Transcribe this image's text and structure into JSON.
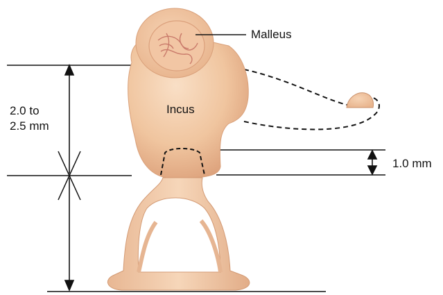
{
  "labels": {
    "malleus": "Malleus",
    "incus": "Incus",
    "measurement_left_line1": "2.0 to",
    "measurement_left_line2": "2.5 mm",
    "measurement_right": "1.0 mm"
  },
  "colors": {
    "bone_fill": "#f2c9a3",
    "bone_shadow": "#d9a07a",
    "bone_highlight": "#f8dcc0",
    "line": "#111111",
    "vessel": "#c97a6a"
  }
}
